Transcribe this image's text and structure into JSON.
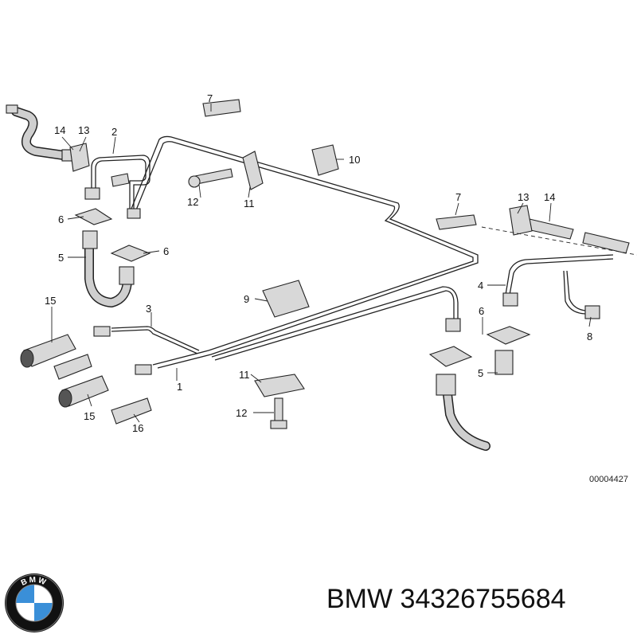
{
  "diagram": {
    "callouts": {
      "c1": "1",
      "c2": "2",
      "c3": "3",
      "c4": "4",
      "c5a": "5",
      "c5b": "5",
      "c6a": "6",
      "c6b": "6",
      "c6c": "6",
      "c7a": "7",
      "c7b": "7",
      "c8": "8",
      "c9": "9",
      "c10": "10",
      "c11a": "11",
      "c11b": "11",
      "c12a": "12",
      "c12b": "12",
      "c13a": "13",
      "c13b": "13",
      "c14a": "14",
      "c14b": "14",
      "c15a": "15",
      "c15b": "15",
      "c16": "16"
    },
    "reference_code": "00004427"
  },
  "brand": {
    "logo_text": "BMW"
  },
  "footer": {
    "part_number": "BMW 34326755684"
  },
  "colors": {
    "logo_blue": "#3a8fd8",
    "logo_ring": "#111111"
  }
}
